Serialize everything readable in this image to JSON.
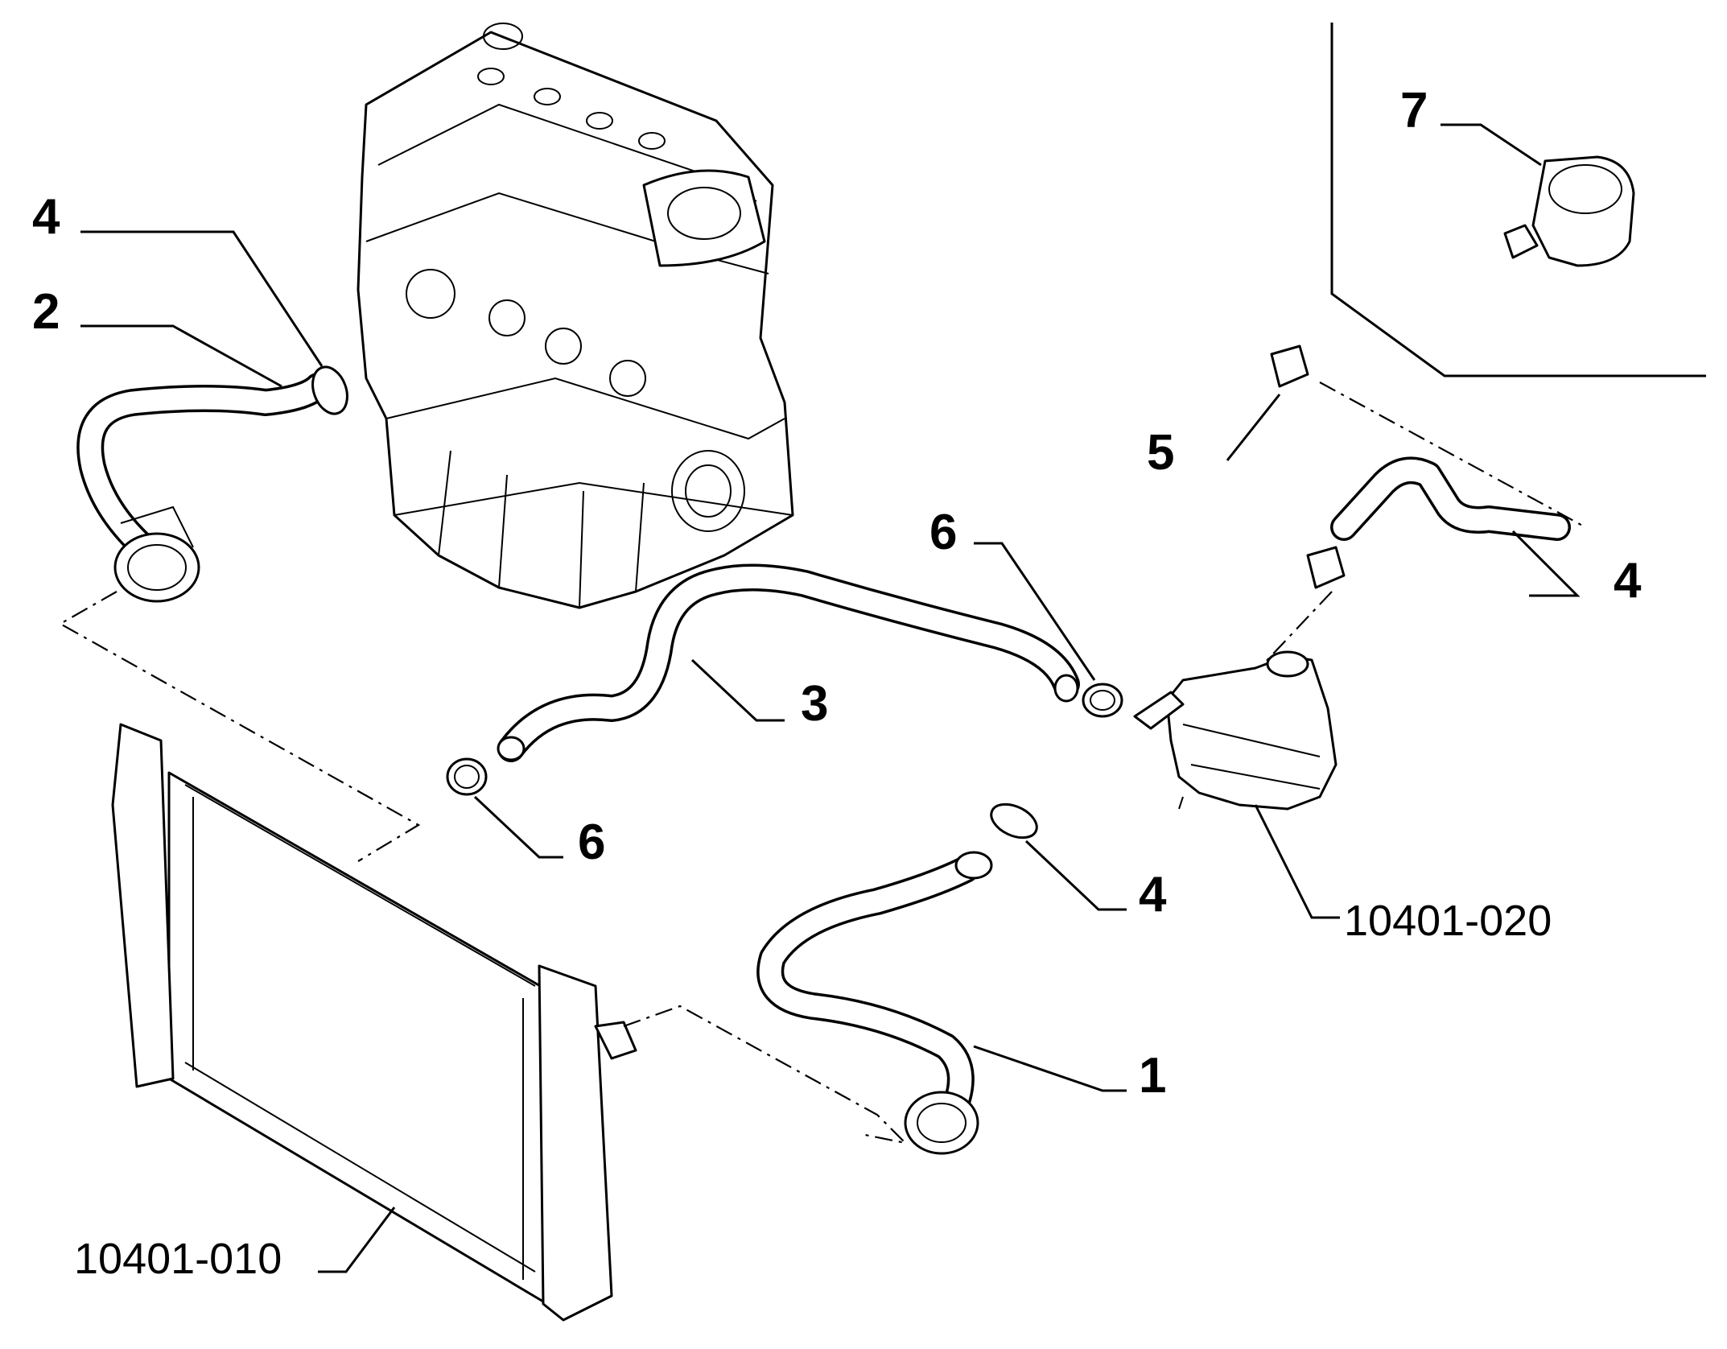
{
  "callouts": [
    {
      "id": "c4a",
      "text": "4"
    },
    {
      "id": "c2",
      "text": "2"
    },
    {
      "id": "c7",
      "text": "7"
    },
    {
      "id": "c5",
      "text": "5"
    },
    {
      "id": "c4b",
      "text": "4"
    },
    {
      "id": "c6a",
      "text": "6"
    },
    {
      "id": "c3",
      "text": "3"
    },
    {
      "id": "c6b",
      "text": "6"
    },
    {
      "id": "c4c",
      "text": "4"
    },
    {
      "id": "c1",
      "text": "1"
    }
  ],
  "references": [
    {
      "id": "r020",
      "text": "10401-020"
    },
    {
      "id": "r010",
      "text": "10401-010"
    }
  ]
}
